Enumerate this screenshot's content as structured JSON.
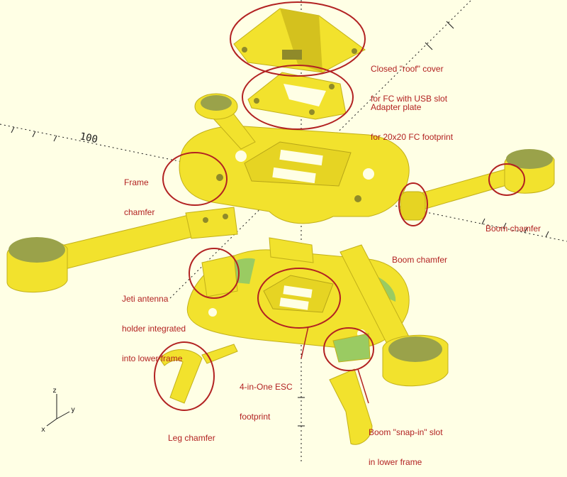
{
  "colors": {
    "background": "#ffffe5",
    "part_fill": "#f2e22d",
    "part_shadow": "#d4c11e",
    "part_hole": "#9aa24a",
    "annotation": "#b22222",
    "axis": "#1a1a1a"
  },
  "annotations": [
    {
      "id": "roof",
      "lines": [
        "Closed \"roof\" cover",
        "for FC with USB slot"
      ]
    },
    {
      "id": "adapter",
      "lines": [
        "Adapter plate",
        "for 20x20 FC footprint"
      ]
    },
    {
      "id": "frame-chamfer",
      "lines": [
        "Frame",
        "chamfer"
      ]
    },
    {
      "id": "boom-chamfer-right",
      "lines": [
        "Boom chamfer"
      ]
    },
    {
      "id": "boom-chamfer-center",
      "lines": [
        "Boom chamfer"
      ]
    },
    {
      "id": "jeti",
      "lines": [
        "Jeti antenna",
        "holder integrated",
        "into lower frame"
      ]
    },
    {
      "id": "esc",
      "lines": [
        "4-in-One ESC",
        "footprint"
      ]
    },
    {
      "id": "leg-chamfer",
      "lines": [
        "Leg chamfer"
      ]
    },
    {
      "id": "snap-in",
      "lines": [
        "Boom \"snap-in\" slot",
        "in lower frame"
      ]
    }
  ],
  "axis": {
    "tick_label": "100",
    "axis_x": "x",
    "axis_y": "y",
    "axis_z": "z"
  }
}
